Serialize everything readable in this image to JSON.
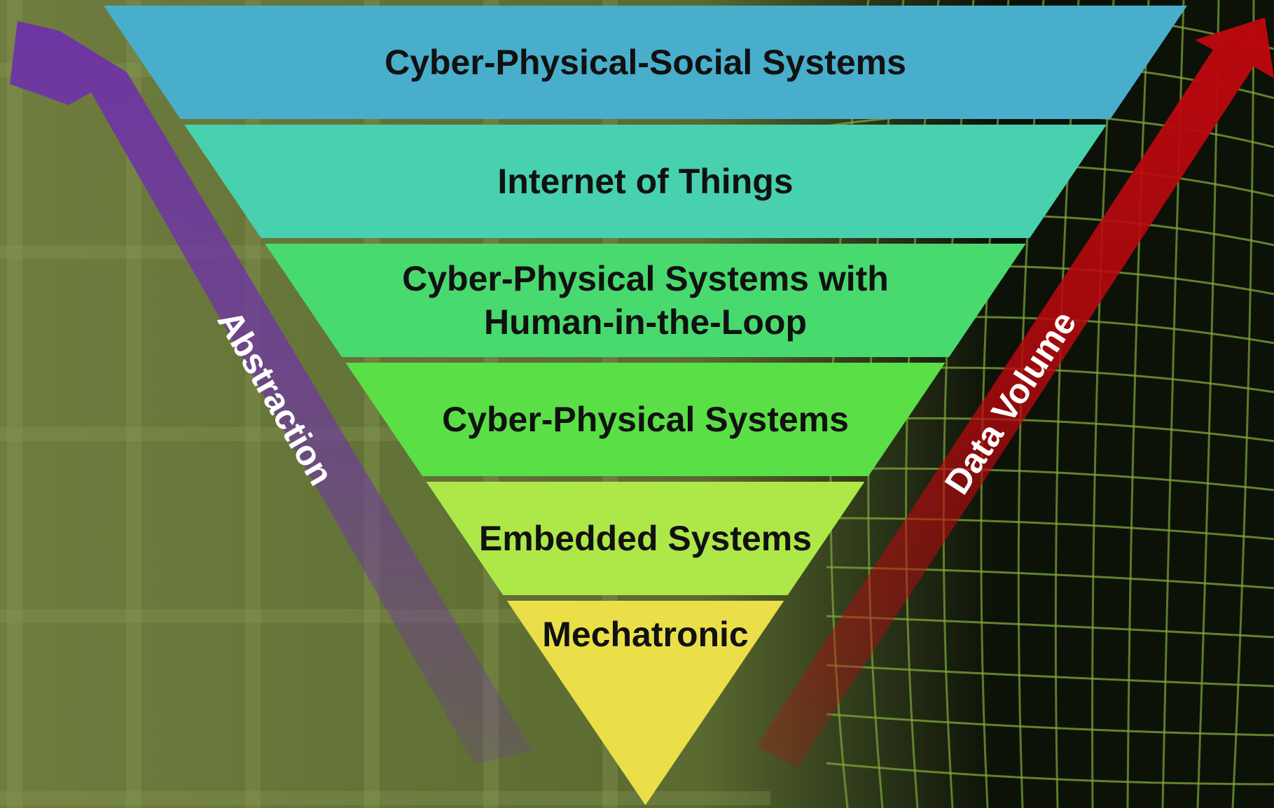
{
  "layers": [
    {
      "lines": [
        "Cyber-Physical-Social Systems"
      ],
      "color": "#48AECB"
    },
    {
      "lines": [
        "Internet of Things"
      ],
      "color": "#48D1AF"
    },
    {
      "lines": [
        "Cyber-Physical Systems with",
        "Human-in-the-Loop"
      ],
      "color": "#48DA6E"
    },
    {
      "lines": [
        "Cyber-Physical Systems"
      ],
      "color": "#5BDF47"
    },
    {
      "lines": [
        "Embedded Systems"
      ],
      "color": "#AEE748"
    },
    {
      "lines": [
        "Mechatronic"
      ],
      "color": "#EADF48"
    }
  ],
  "arrows": {
    "left": {
      "label": "Abstraction",
      "color": "#6E35A3"
    },
    "right": {
      "label": "Data Volume",
      "color": "#B8080E"
    }
  },
  "background": {
    "left_color": "#6F7D3F",
    "right_color": "#0C1208",
    "mesh_color": "#7FA83A"
  }
}
